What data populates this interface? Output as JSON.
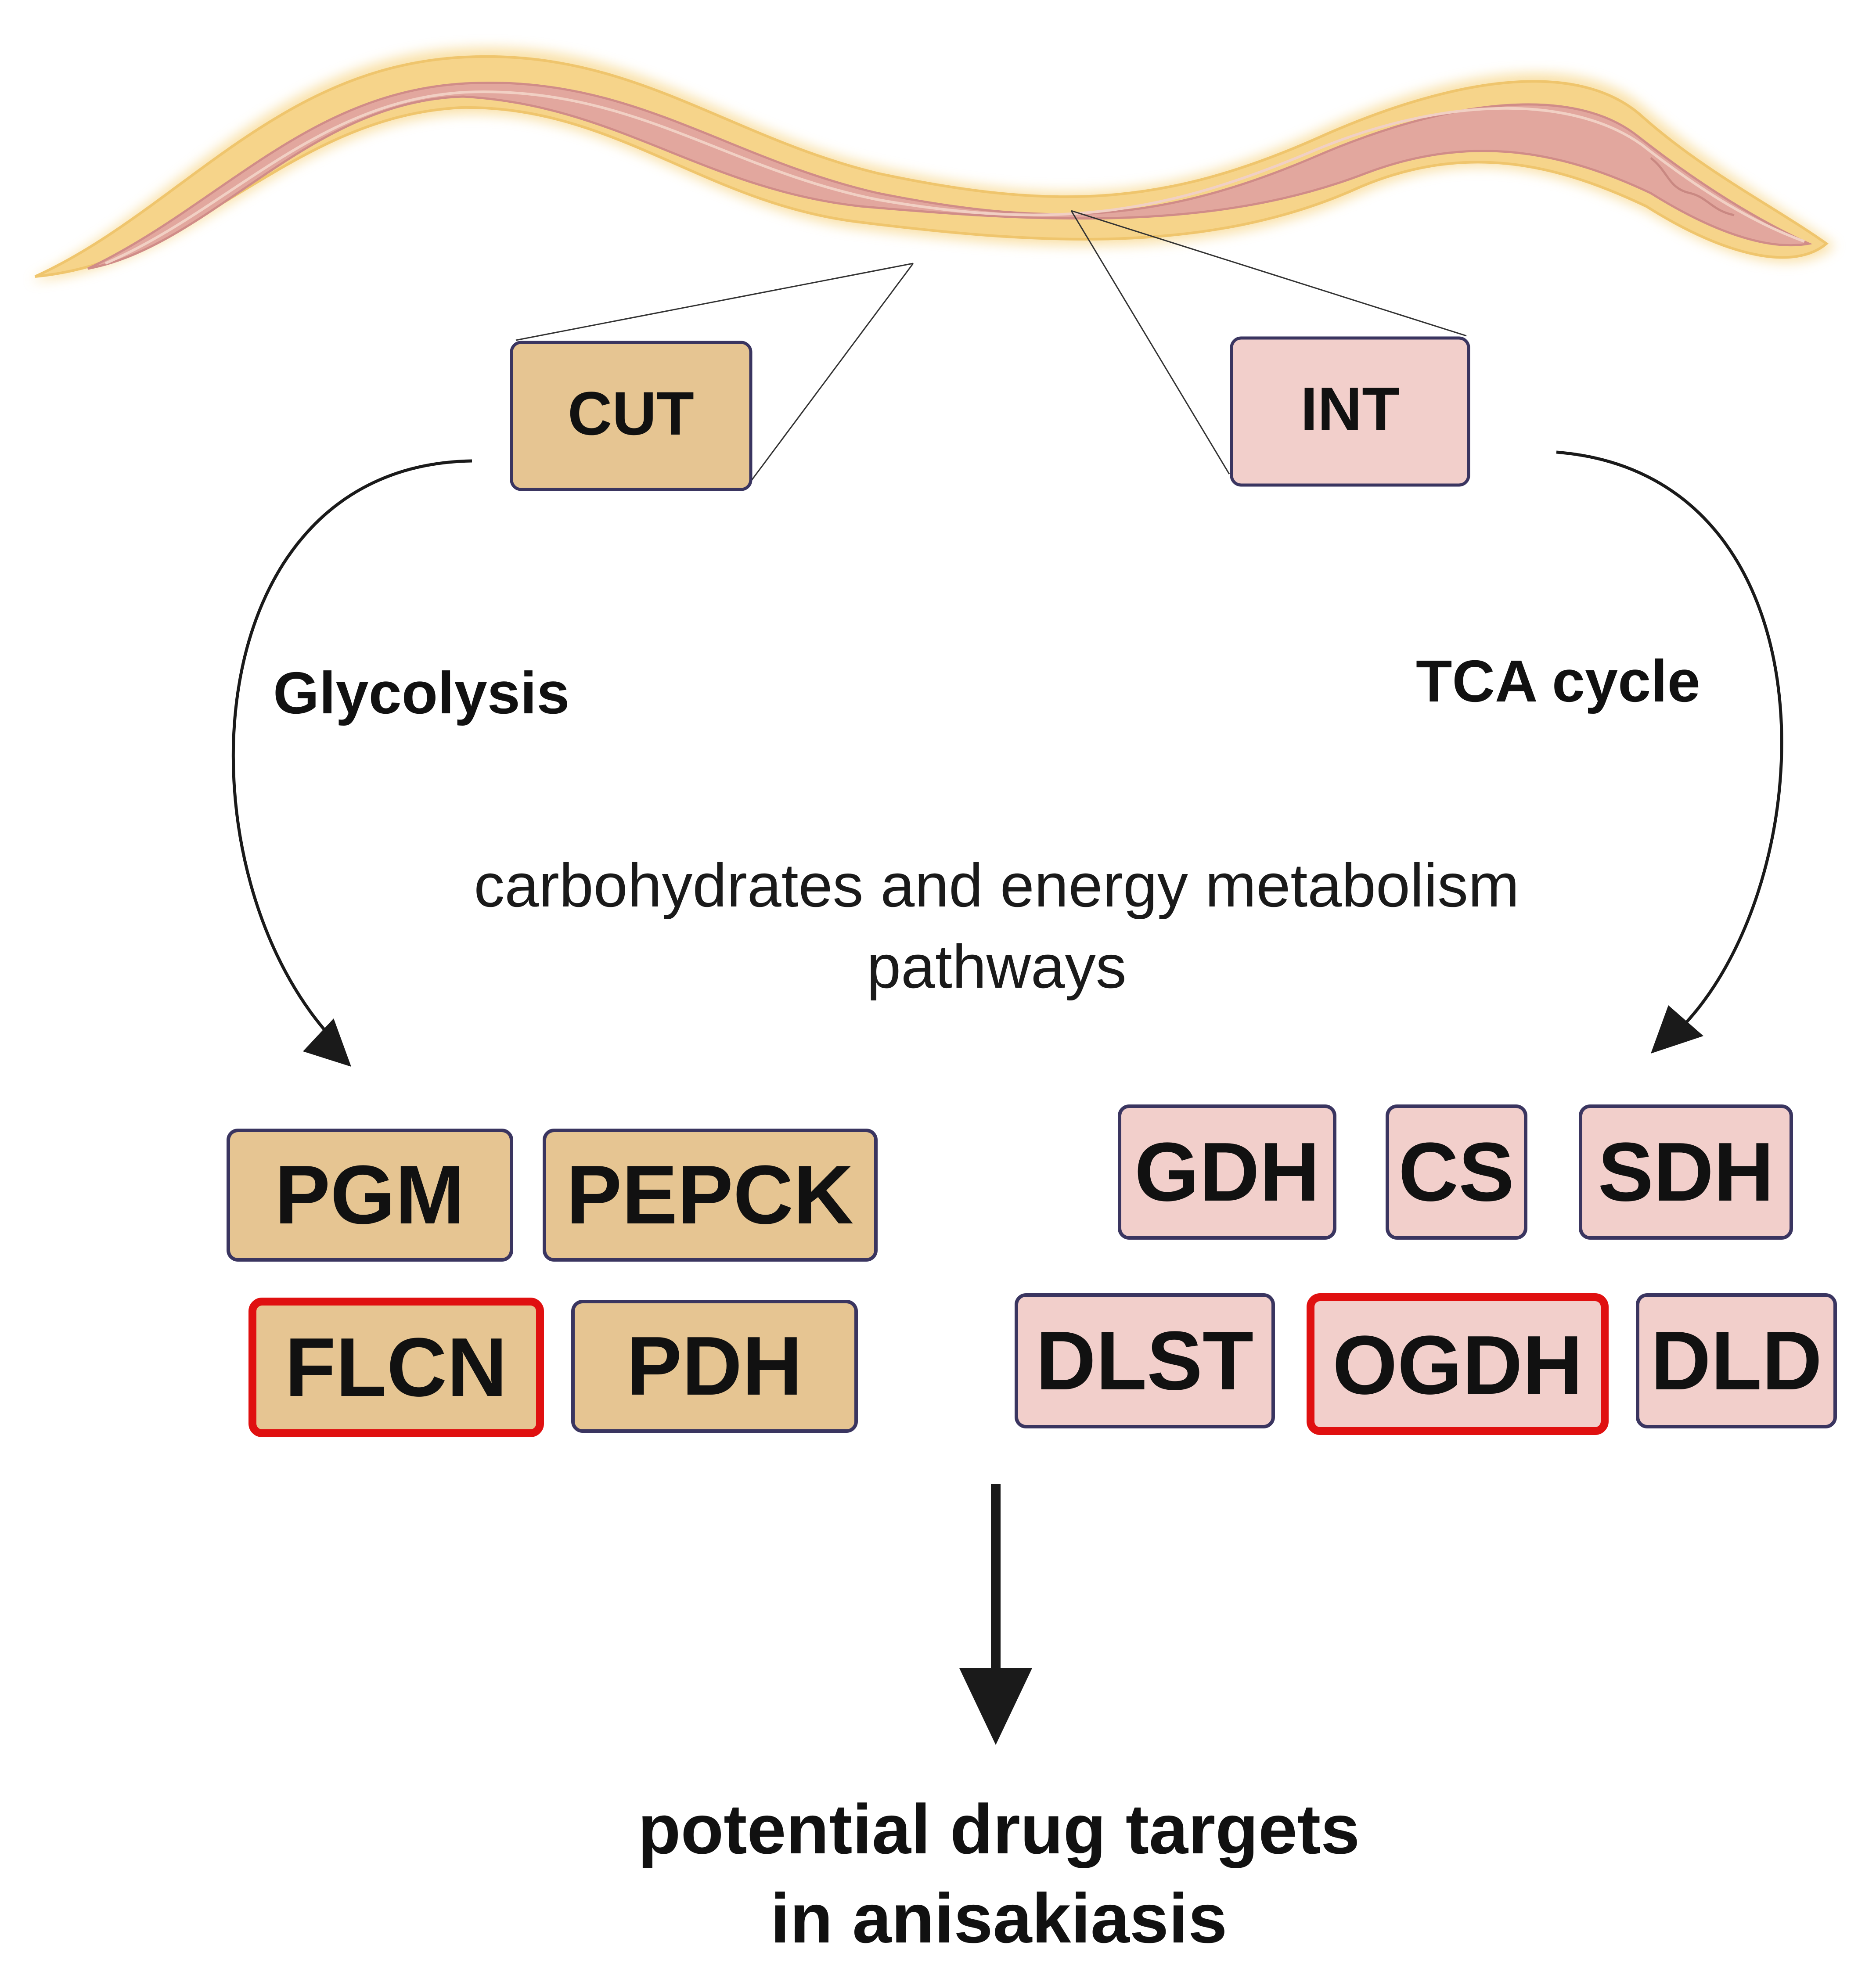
{
  "worm": {
    "label": ""
  },
  "tissues": {
    "cut": {
      "label": "CUT",
      "fill": "#e6c592"
    },
    "int": {
      "label": "INT",
      "fill": "#f2cfcb"
    }
  },
  "pathways": {
    "left": "Glycolysis",
    "right": "TCA cycle",
    "center_line1": "carbohydrates and energy metabolism",
    "center_line2": "pathways"
  },
  "enzymes_glycolysis": [
    {
      "label": "PGM",
      "highlight": false
    },
    {
      "label": "PEPCK",
      "highlight": false
    },
    {
      "label": "FLCN",
      "highlight": true
    },
    {
      "label": "PDH",
      "highlight": false
    }
  ],
  "enzymes_tca": [
    {
      "label": "GDH",
      "highlight": false
    },
    {
      "label": "CS",
      "highlight": false
    },
    {
      "label": "SDH",
      "highlight": false
    },
    {
      "label": "DLST",
      "highlight": false
    },
    {
      "label": "OGDH",
      "highlight": true
    },
    {
      "label": "DLD",
      "highlight": false
    }
  ],
  "conclusion": {
    "line1": "potential drug targets",
    "line2": "in anisakiasis"
  },
  "colors": {
    "box_border": "#3a3560",
    "highlight_border": "#e01010",
    "worm_outer": "#f6d48a",
    "worm_inner": "#e3a9a0",
    "arrow": "#1a1a1a"
  }
}
